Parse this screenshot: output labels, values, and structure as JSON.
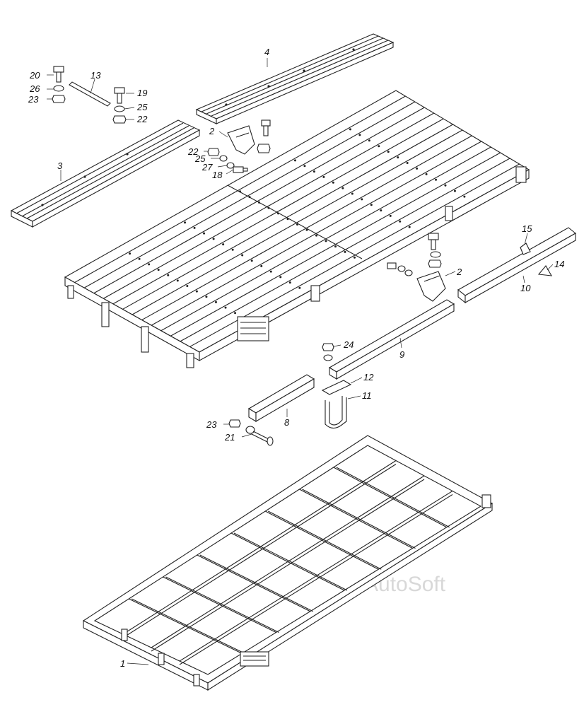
{
  "watermark": "AutoSoft",
  "callouts": [
    {
      "id": "c20",
      "text": "20"
    },
    {
      "id": "c26",
      "text": "26"
    },
    {
      "id": "c23a",
      "text": "23"
    },
    {
      "id": "c13",
      "text": "13"
    },
    {
      "id": "c19",
      "text": "19"
    },
    {
      "id": "c25a",
      "text": "25"
    },
    {
      "id": "c22a",
      "text": "22"
    },
    {
      "id": "c4",
      "text": "4"
    },
    {
      "id": "c2a",
      "text": "2"
    },
    {
      "id": "c22b",
      "text": "22"
    },
    {
      "id": "c25b",
      "text": "25"
    },
    {
      "id": "c27",
      "text": "27"
    },
    {
      "id": "c18",
      "text": "18"
    },
    {
      "id": "c3",
      "text": "3"
    },
    {
      "id": "c15",
      "text": "15"
    },
    {
      "id": "c14",
      "text": "14"
    },
    {
      "id": "c10",
      "text": "10"
    },
    {
      "id": "c2b",
      "text": "2"
    },
    {
      "id": "c24",
      "text": "24"
    },
    {
      "id": "c9",
      "text": "9"
    },
    {
      "id": "c12",
      "text": "12"
    },
    {
      "id": "c11",
      "text": "11"
    },
    {
      "id": "c8",
      "text": "8"
    },
    {
      "id": "c23b",
      "text": "23"
    },
    {
      "id": "c21",
      "text": "21"
    },
    {
      "id": "c1",
      "text": "1"
    }
  ]
}
